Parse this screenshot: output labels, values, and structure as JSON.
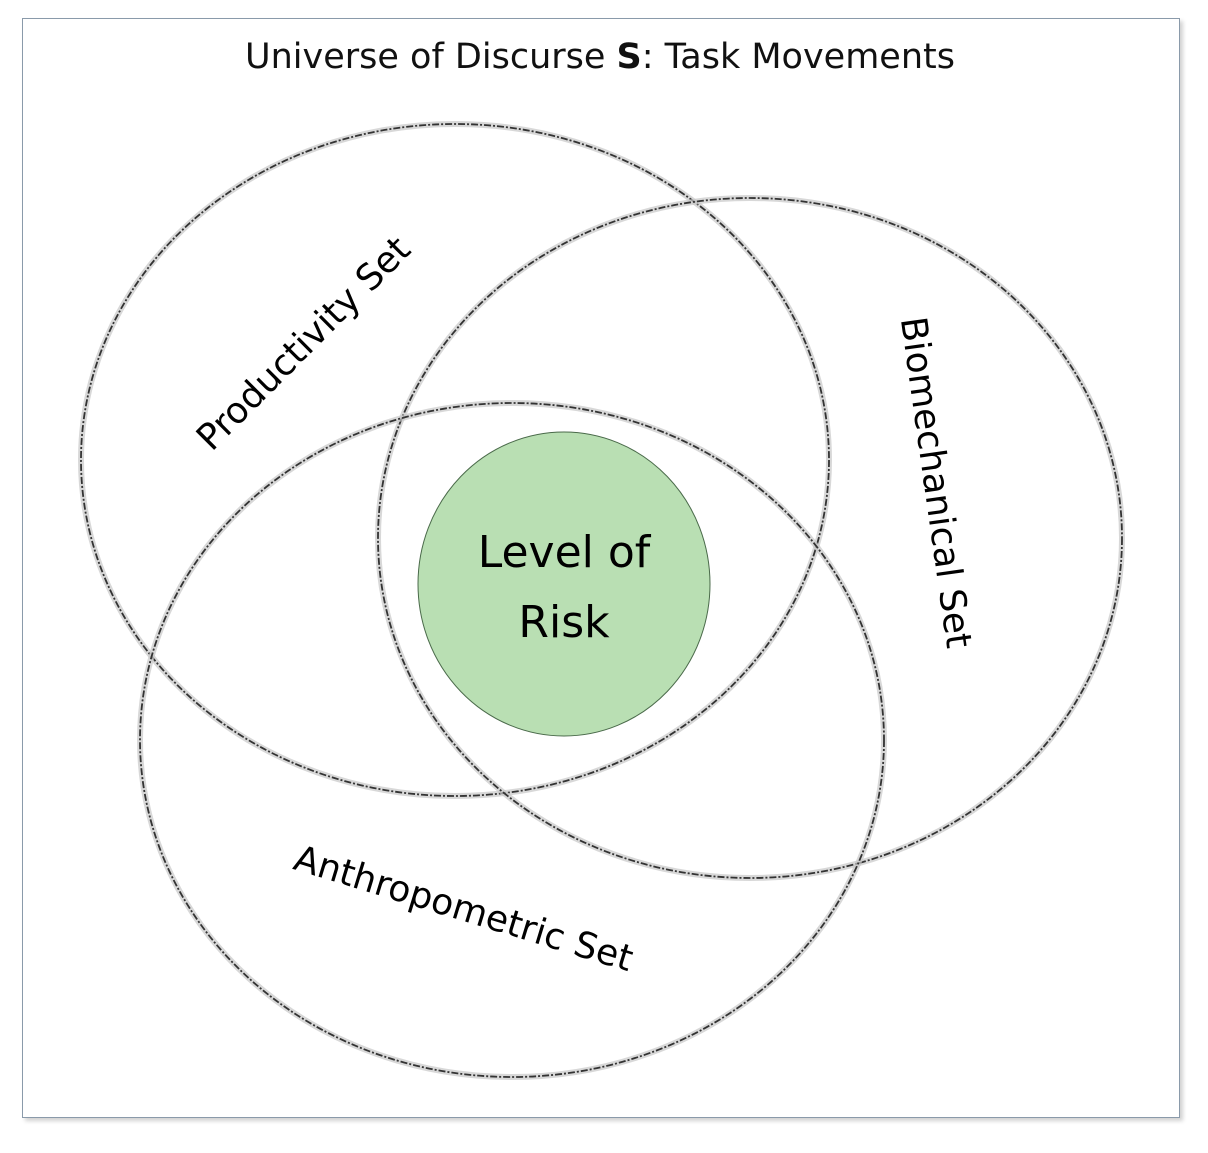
{
  "title": {
    "prefix": "Universe of Discurse ",
    "symbol": "S",
    "suffix": ": Task Movements"
  },
  "sets": {
    "productivity": "Productivity Set",
    "biomechanical": "Biomechanical Set",
    "anthropometric": "Anthropometric Set"
  },
  "center": {
    "line1": "Level of",
    "line2": "Risk",
    "fill_color": "#b9dfb3"
  },
  "colors": {
    "outline": "#333333",
    "frame_border": "#8a9aaa"
  }
}
